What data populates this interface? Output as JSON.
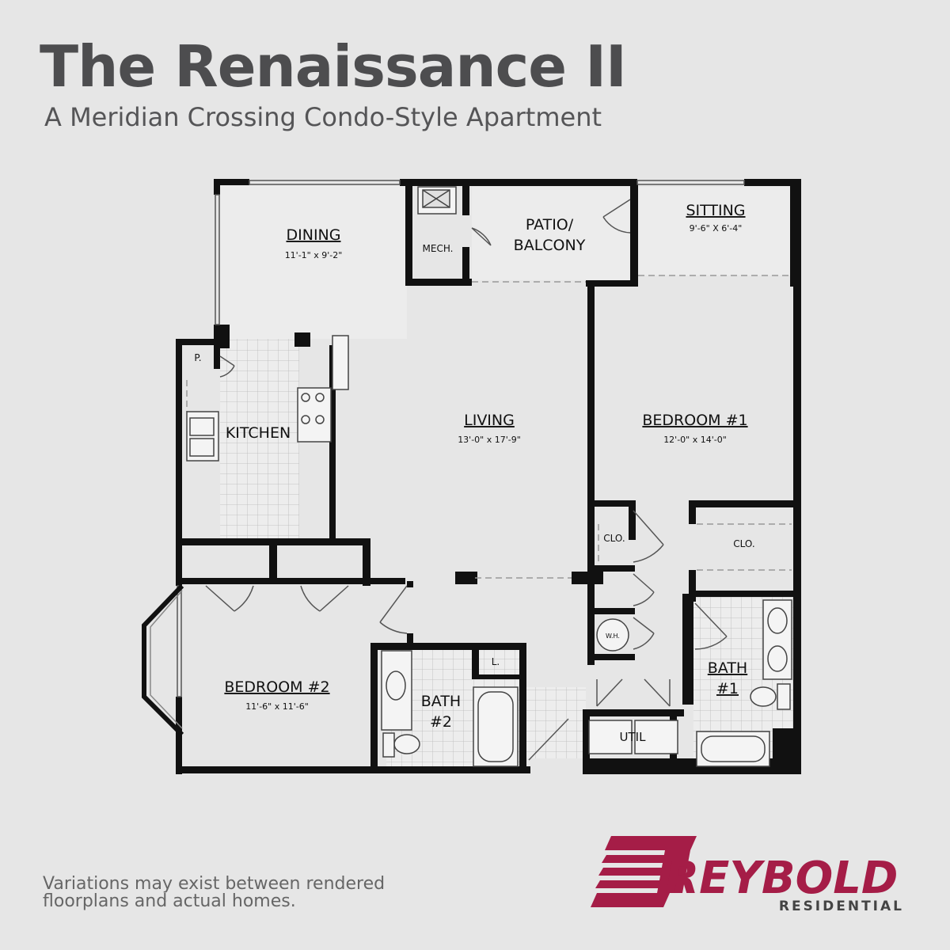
{
  "header": {
    "title": "The Renaissance II",
    "subtitle": "A Meridian Crossing Condo-Style Apartment"
  },
  "rooms": {
    "dining": {
      "name": "DINING",
      "dims": "11'-1\" x 9'-2\""
    },
    "mech": {
      "name": "MECH."
    },
    "patio": {
      "name_line1": "PATIO/",
      "name_line2": "BALCONY"
    },
    "sitting": {
      "name": "SITTING",
      "dims": "9'-6\" X 6'-4\""
    },
    "pantry": {
      "name": "P."
    },
    "kitchen": {
      "name": "KITCHEN"
    },
    "living": {
      "name": "LIVING",
      "dims": "13'-0\" x 17'-9\""
    },
    "bedroom1": {
      "name": "BEDROOM #1",
      "dims": "12'-0\" x 14'-0\""
    },
    "clo_left": {
      "name": "CLO."
    },
    "clo_right": {
      "name": "CLO."
    },
    "wh": {
      "name": "W.H."
    },
    "bath1": {
      "name_line1": "BATH",
      "name_line2": "#1"
    },
    "linen": {
      "name": "L."
    },
    "bedroom2": {
      "name": "BEDROOM #2",
      "dims": "11'-6\" x 11'-6\""
    },
    "bath2": {
      "name_line1": "BATH",
      "name_line2": "#2"
    },
    "util": {
      "name": "UTIL"
    }
  },
  "disclaimer": {
    "line1": "Variations may exist between rendered",
    "line2": "floorplans and actual homes."
  },
  "logo": {
    "name": "REYBOLD",
    "tagline": "RESIDENTIAL",
    "color": "#a51d47"
  },
  "colors": {
    "background": "#e6e6e6",
    "wall": "#111111",
    "title": "#4d4d4f"
  }
}
